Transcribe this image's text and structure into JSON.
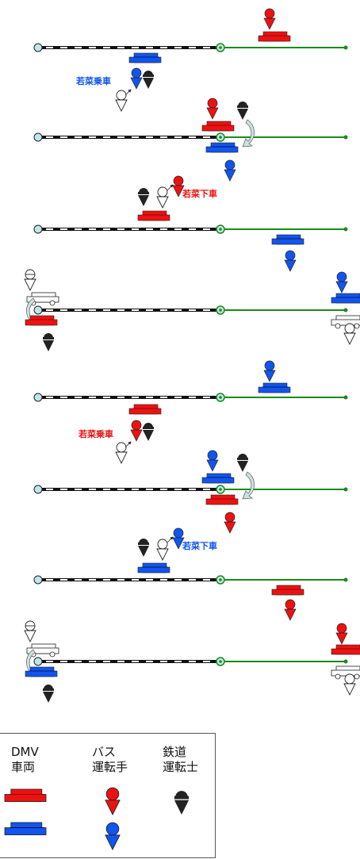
{
  "colors": {
    "red": "#ee1111",
    "blue": "#1155ee",
    "black": "#222222",
    "rail_green": "#1a8a1a",
    "station_fill": "#bfe6ea",
    "arrow_fill": "#c8e3e3"
  },
  "panels": [
    {
      "label": "若菜乗車",
      "label_color": "blue"
    },
    {
      "label": ""
    },
    {
      "label": "若菜下車",
      "label_color": "red"
    },
    {
      "label": ""
    },
    {
      "label": "若菜乗車",
      "label_color": "red"
    },
    {
      "label": ""
    },
    {
      "label": "若菜下車",
      "label_color": "blue"
    },
    {
      "label": ""
    }
  ],
  "legend": {
    "col_vehicle": "DMV\n車両",
    "col_bus_driver": "バス\n運転手",
    "col_rail_driver": "鉄道\n運転士",
    "icons": [
      "red-vehicle-icon",
      "blue-vehicle-icon",
      "red-bus-driver-icon",
      "blue-bus-driver-icon",
      "rail-driver-icon"
    ]
  }
}
